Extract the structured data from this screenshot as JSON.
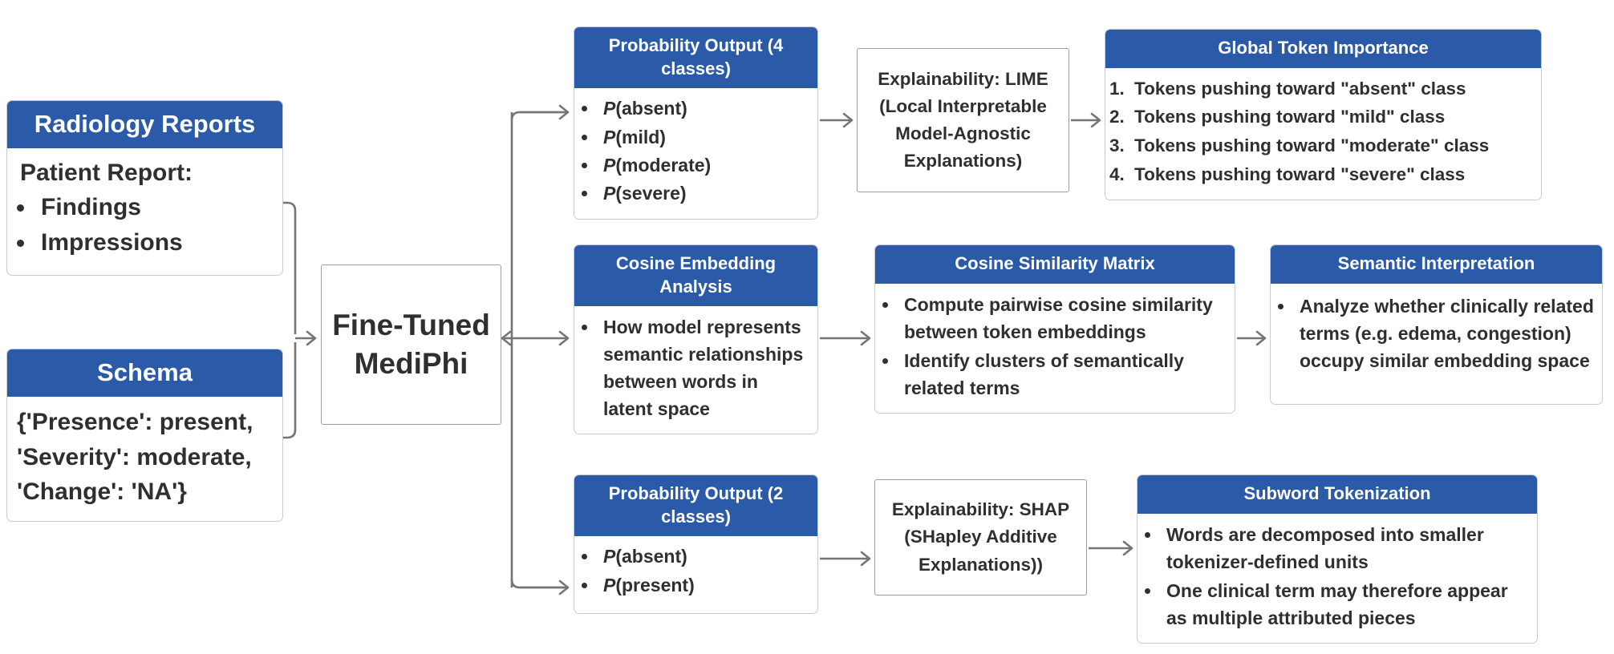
{
  "theme": {
    "header_blue": "#2b5aa8",
    "text_dark": "#2f2f2f",
    "border_gray": "#c9cbcd",
    "wire_gray": "#757575",
    "background": "#ffffff"
  },
  "left_column": {
    "radiology_reports": {
      "title": "Radiology Reports",
      "body_title": "Patient Report:",
      "items": [
        "Findings",
        "Impressions"
      ]
    },
    "schema": {
      "title": "Schema",
      "lines": [
        "{'Presence': present,",
        "'Severity': moderate,",
        "'Change': 'NA'}"
      ]
    }
  },
  "model": {
    "label_line1": "Fine-Tuned",
    "label_line2": "MediPhi"
  },
  "row1": {
    "probability_output_4": {
      "title": "Probability Output (4 classes)",
      "items": [
        {
          "prefix": "P",
          "suffix": "(absent)"
        },
        {
          "prefix": "P",
          "suffix": "(mild)"
        },
        {
          "prefix": "P",
          "suffix": "(moderate)"
        },
        {
          "prefix": "P",
          "suffix": "(severe)"
        }
      ]
    },
    "lime": {
      "text": "Explainability: LIME (Local Interpretable Model-Agnostic Explanations)"
    },
    "global_token_importance": {
      "title": "Global Token Importance",
      "items": [
        "Tokens pushing toward \"absent\" class",
        "Tokens pushing toward \"mild\" class",
        "Tokens pushing toward \"moderate\" class",
        "Tokens pushing toward \"severe\" class"
      ]
    }
  },
  "row2": {
    "cosine_embedding_analysis": {
      "title": "Cosine Embedding Analysis",
      "items": [
        "How model represents semantic relationships between words in latent space"
      ]
    },
    "cosine_similarity_matrix": {
      "title": "Cosine Similarity Matrix",
      "items": [
        "Compute pairwise cosine similarity between token embeddings",
        "Identify clusters of semantically related terms"
      ]
    },
    "semantic_interpretation": {
      "title": "Semantic Interpretation",
      "items": [
        "Analyze whether clinically related terms (e.g. edema, congestion) occupy similar embedding space"
      ]
    }
  },
  "row3": {
    "probability_output_2": {
      "title": "Probability Output (2 classes)",
      "items": [
        {
          "prefix": "P",
          "suffix": "(absent)"
        },
        {
          "prefix": "P",
          "suffix": "(present)"
        }
      ]
    },
    "shap": {
      "text": "Explainability: SHAP (SHapley Additive Explanations))"
    },
    "subword_tokenization": {
      "title": "Subword Tokenization",
      "items": [
        "Words are decomposed into smaller tokenizer-defined units",
        "One clinical term may therefore appear as multiple attributed pieces"
      ]
    }
  }
}
